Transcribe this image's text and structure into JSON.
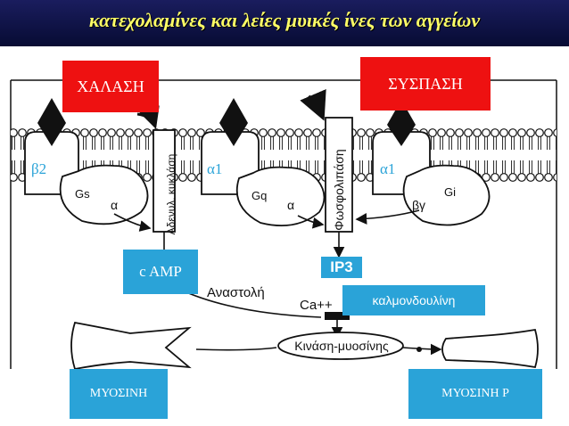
{
  "title": "κατεχολαμίνες και λείες μυικές ίνες των αγγείων",
  "labels": {
    "relaxation": "ΧΑΛΑΣΗ",
    "contraction": "ΣΥΣΠΑΣΗ",
    "camp": "c AMP",
    "ip3": "IP3",
    "calmodulin": "καλμονδουλίνη",
    "myosin": "ΜΥΟΣΙΝΗ",
    "myosin_p": "ΜΥΟΣΙΝΗ P",
    "beta2": "β2",
    "alpha1_left": "α1",
    "alpha1_right": "α1",
    "adenyl_cyclase": "Αδενυλ. κυκλάση",
    "phospholipase": "Φωσφολιπάση",
    "gs": "Gs",
    "gq": "Gq",
    "gi": "Gi",
    "alpha_s": "α",
    "alpha_q": "α",
    "beta_gamma": "βγ",
    "inhibition": "Αναστολή",
    "calcium": "Ca++",
    "myosin_kinase": "Κινάση-μυοσίνης"
  }
}
